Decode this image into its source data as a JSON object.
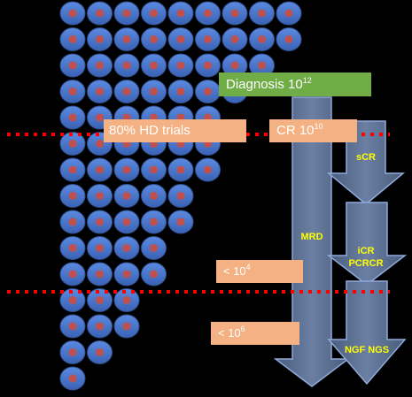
{
  "labels": {
    "diagnosis_text": "Diagnosis 10",
    "diagnosis_exp": "12",
    "hd_trials": "80% HD trials",
    "cr_text": "CR 10",
    "cr_exp": "10",
    "lt4_text": "< 10",
    "lt4_exp": "4",
    "lt6_text": "< 10",
    "lt6_exp": "6",
    "mrd": "MRD",
    "scr": "sCR",
    "icr": "iCR",
    "pcrcr": "PCRCR",
    "ngf_ngs": "NGF NGS"
  },
  "colors": {
    "background": "#000000",
    "cell_fill": "#4472c4",
    "cell_nucleus": "#c0504d",
    "dotted_line": "#ff0000",
    "green_box": "#70ad47",
    "peach_box": "#f4b183",
    "arrow_fill": "#5b6f8f",
    "arrow_stroke": "#8faadc",
    "label_yellow": "#ffff00"
  },
  "cell_rows": [
    9,
    9,
    8,
    7,
    6,
    6,
    6,
    5,
    5,
    4,
    4,
    3,
    3,
    2,
    1
  ]
}
